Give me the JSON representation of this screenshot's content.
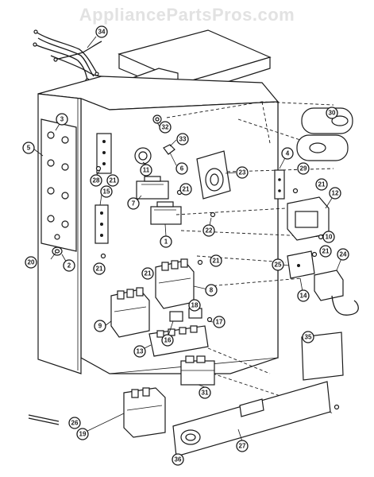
{
  "watermark": "AppliancePartsPros.com",
  "callouts": [
    "34",
    "3",
    "5",
    "32",
    "33",
    "28",
    "21",
    "11",
    "6",
    "23",
    "30",
    "29",
    "4",
    "21",
    "12",
    "7",
    "21",
    "15",
    "22",
    "1",
    "10",
    "21",
    "20",
    "2",
    "25",
    "21",
    "24",
    "14",
    "21",
    "8",
    "21",
    "9",
    "18",
    "17",
    "16",
    "13",
    "31",
    "35",
    "26",
    "19",
    "27",
    "36"
  ]
}
